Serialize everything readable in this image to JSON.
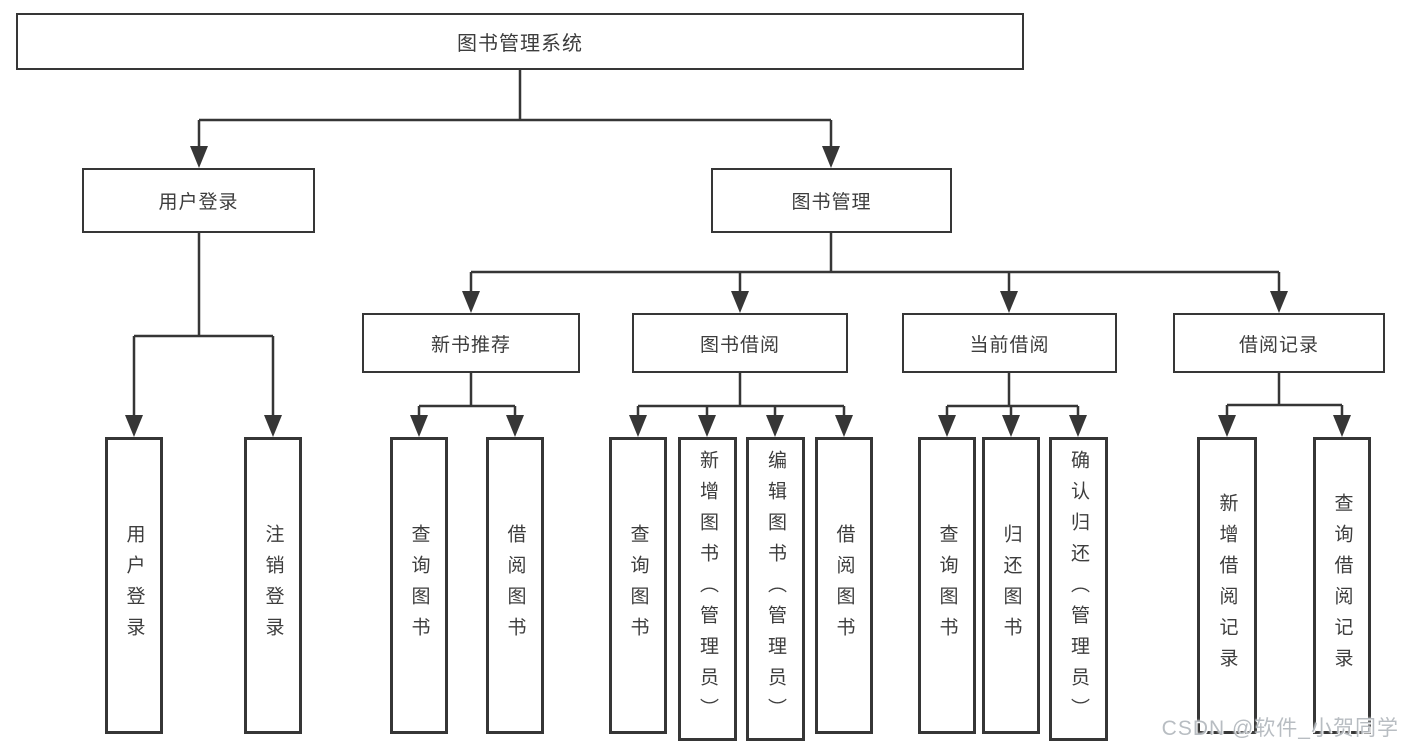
{
  "diagram": {
    "root": {
      "label": "图书管理系统"
    },
    "branches": [
      {
        "label": "用户登录",
        "leaves": [
          {
            "label": "用户登录"
          },
          {
            "label": "注销登录"
          }
        ]
      },
      {
        "label": "图书管理",
        "groups": [
          {
            "label": "新书推荐",
            "leaves": [
              {
                "label": "查询图书"
              },
              {
                "label": "借阅图书"
              }
            ]
          },
          {
            "label": "图书借阅",
            "leaves": [
              {
                "label": "查询图书"
              },
              {
                "label": "新增图书（管理员）"
              },
              {
                "label": "编辑图书（管理员）"
              },
              {
                "label": "借阅图书"
              }
            ]
          },
          {
            "label": "当前借阅",
            "leaves": [
              {
                "label": "查询图书"
              },
              {
                "label": "归还图书"
              },
              {
                "label": "确认归还（管理员）"
              }
            ]
          },
          {
            "label": "借阅记录",
            "leaves": [
              {
                "label": "新增借阅记录"
              },
              {
                "label": "查询借阅记录"
              }
            ]
          }
        ]
      }
    ]
  },
  "watermark": {
    "text": "CSDN @软件_小贺同学",
    "color": "#b2b7bd"
  },
  "colors": {
    "line": "#363636",
    "text": "#3d3d3d",
    "background": "#ffffff"
  }
}
